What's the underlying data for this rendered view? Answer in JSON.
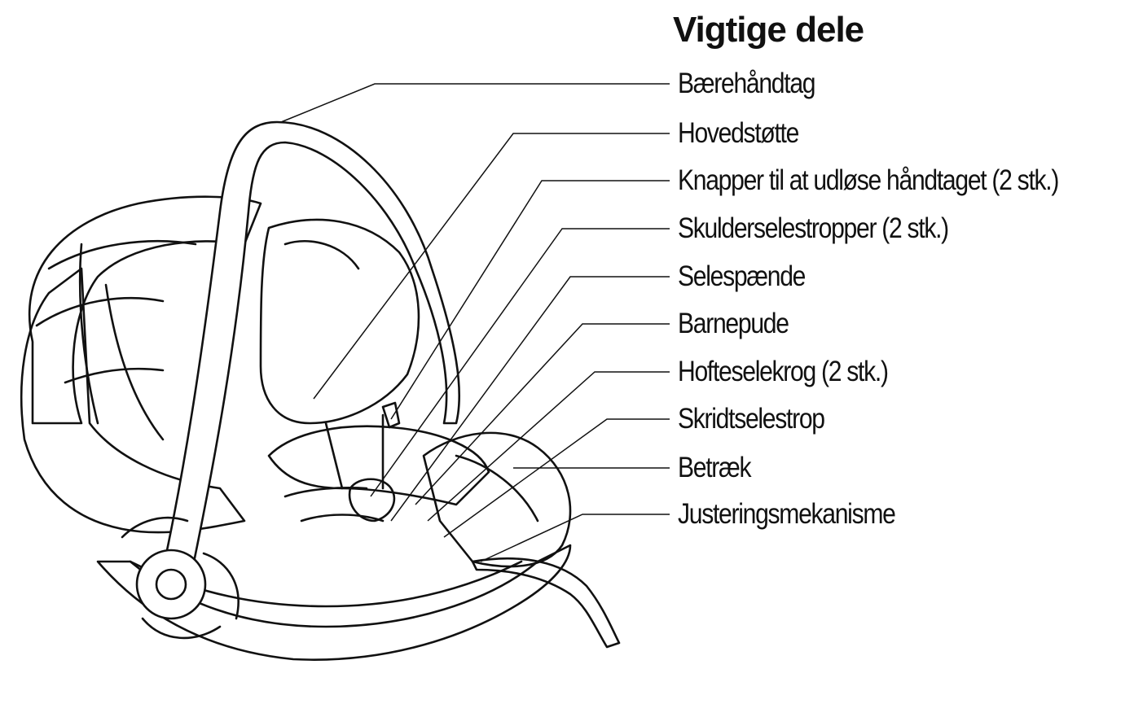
{
  "title": "Vigtige dele",
  "parts": [
    {
      "label": "Bærehåndtag"
    },
    {
      "label": "Hovedstøtte"
    },
    {
      "label": "Knapper til at udløse håndtaget (2 stk.)"
    },
    {
      "label": "Skulderselestropper (2 stk.)"
    },
    {
      "label": "Selespænde"
    },
    {
      "label": "Barnepude"
    },
    {
      "label": "Hofteselekrog (2 stk.)"
    },
    {
      "label": "Skridtselestrop"
    },
    {
      "label": "Betræk"
    },
    {
      "label": "Justeringsmekanisme"
    }
  ]
}
